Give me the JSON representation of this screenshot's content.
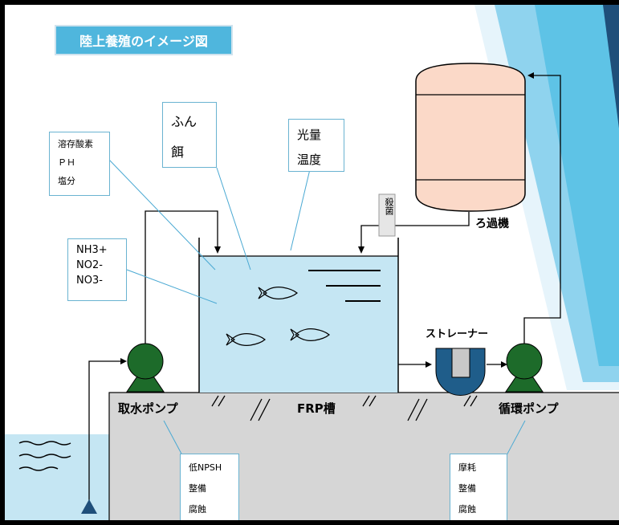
{
  "title": "陸上養殖のイメージ図",
  "boxes": {
    "water_quality": [
      "溶存酸素",
      "ＰＨ",
      "塩分"
    ],
    "waste_feed": [
      "ふん",
      "餌"
    ],
    "light_temp": [
      "光量",
      "温度"
    ],
    "nitrogen": [
      "NH3+",
      "NO2-",
      "NO3-"
    ],
    "intake_issues": [
      "低NPSH",
      "整備",
      "腐蝕"
    ],
    "circ_issues": [
      "摩耗",
      "整備",
      "腐蝕"
    ]
  },
  "labels": {
    "sterilizer": "殺菌",
    "filter": "ろ過機",
    "strainer": "ストレーナー",
    "intake_pump": "取水ポンプ",
    "tank": "FRP槽",
    "circulation_pump": "循環ポンプ"
  },
  "colors": {
    "banner": "#4fb6dd",
    "tank_water": "#c5e6f3",
    "ground": "#d6d6d6",
    "pump": "#1d6b2a",
    "strainer": "#1f5d8a",
    "filter_tank": "#fbd9c8",
    "sea": "#c5e6f3",
    "accent_stripe": "#5ec3e6"
  }
}
